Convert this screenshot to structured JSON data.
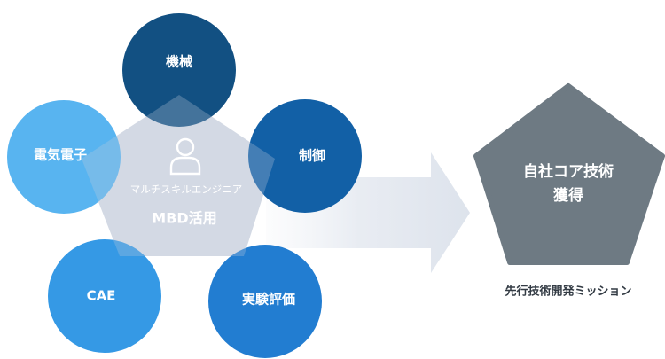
{
  "circles": {
    "kikai": {
      "label": "機械",
      "color": "#0a4a7e"
    },
    "seigyo": {
      "label": "制御",
      "color": "#0a5ba3"
    },
    "jikken": {
      "label": "実験評価",
      "color": "#1676cf"
    },
    "cae": {
      "label": "CAE",
      "color": "#2a94e4"
    },
    "denki": {
      "label": "電気電子",
      "color": "#4fb0ef"
    }
  },
  "center": {
    "icon": "person-icon",
    "subtitle": "マルチスキルエンジニア",
    "title": "MBD活用",
    "pentagon_color": "#d4dae3"
  },
  "arrow": {
    "icon": "arrow-right-icon",
    "color": "#e3e8f0"
  },
  "goal": {
    "line1": "自社コア技術",
    "line2": "獲得",
    "color": "#6e7a83"
  },
  "caption": "先行技術開発ミッション"
}
